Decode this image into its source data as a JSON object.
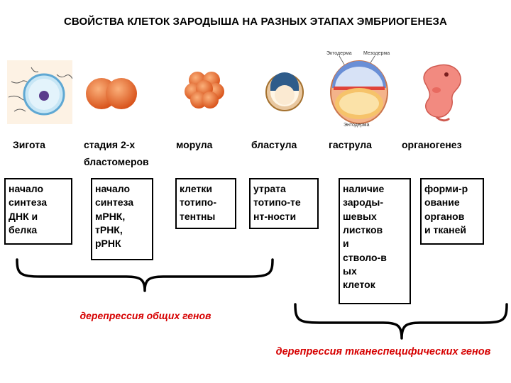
{
  "title": "СВОЙСТВА КЛЕТОК ЗАРОДЫША НА РАЗНЫХ ЭТАПАХ ЭМБРИОГЕНЕЗА",
  "stages": [
    {
      "name": "Зигота",
      "line2": ""
    },
    {
      "name": "стадия 2-х",
      "line2": "бластомеров"
    },
    {
      "name": "морула",
      "line2": ""
    },
    {
      "name": "бластула",
      "line2": ""
    },
    {
      "name": "гаструла",
      "line2": ""
    },
    {
      "name": "органогенез",
      "line2": ""
    }
  ],
  "boxes": [
    "начало\nсинтеза\nДНК и\nбелка",
    "начало\nсинтеза\nмРНК,\nтРНК,\nрРНК",
    "клетки\nтотипо-\nтентны",
    "утрата\nтотипо-те\nнт-ности",
    "наличие\nзароды-\nшевых\nлистков\nи\nстволо-в\nых\nклеток",
    "форми-р\nование\nорганов\nи тканей"
  ],
  "gastrula_labels": {
    "ectoderm": "Эктодерма",
    "mesoderm": "Мезодерма",
    "entoderm": "Энтодерма"
  },
  "captions": {
    "general": "дерепрессия общих генов",
    "tissue": "дерепрессия тканеспецифических генов"
  },
  "colors": {
    "caption": "#d60000",
    "cell_orange": "#e8672a"
  }
}
